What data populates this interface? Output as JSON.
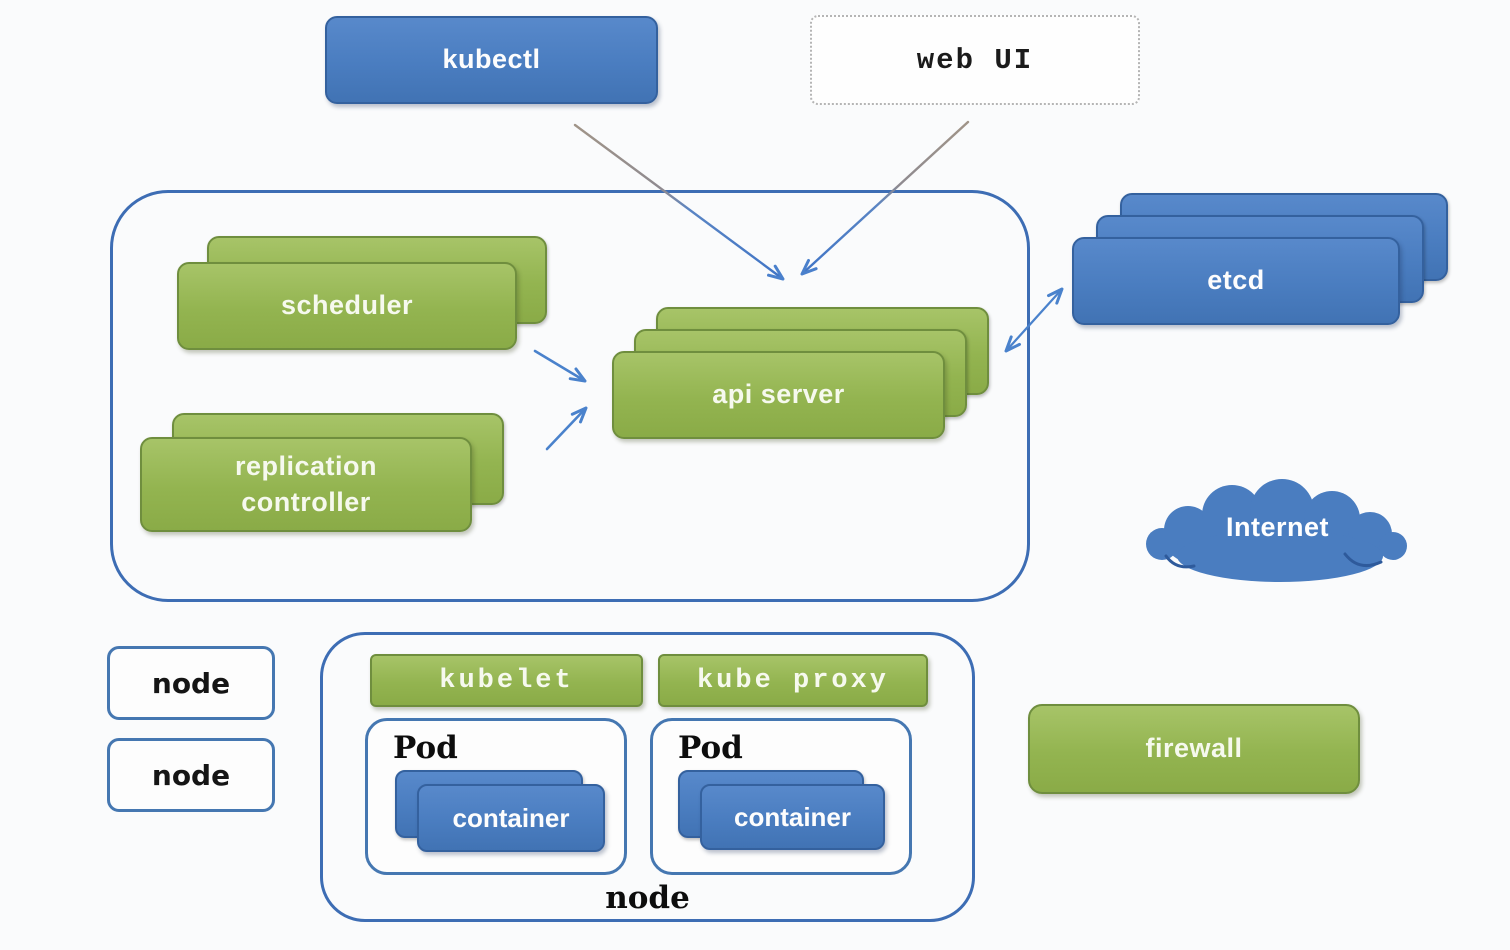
{
  "canvas": {
    "background": "#fafbfc"
  },
  "colors": {
    "green_fill": "#96b554",
    "green_border": "#6f8e3e",
    "blue_fill": "#4a7dc0",
    "blue_border": "#34619e",
    "outline_blue": "#3d6db4",
    "arrow_blue": "#4a80cc",
    "line_gray": "#9a9088",
    "text_dark": "#1b1b1b"
  },
  "nodes": {
    "kubectl": {
      "label": "kubectl"
    },
    "web_ui": {
      "label": "web UI"
    },
    "scheduler": {
      "label": "scheduler"
    },
    "replication_controller": {
      "label": "replication controller"
    },
    "api_server": {
      "label": "api server"
    },
    "etcd": {
      "label": "etcd"
    },
    "internet": {
      "label": "Internet"
    },
    "firewall": {
      "label": "firewall"
    },
    "node_list": {
      "items": [
        {
          "label": "node"
        },
        {
          "label": "node"
        }
      ]
    },
    "worker_node": {
      "label": "node",
      "kubelet": "kubelet",
      "kube_proxy": "kube proxy",
      "pods": [
        {
          "label": "Pod",
          "container": "container"
        },
        {
          "label": "Pod",
          "container": "container"
        }
      ]
    }
  },
  "edges": [
    {
      "from": "kubectl",
      "to": "api_server",
      "type": "arrow"
    },
    {
      "from": "web_ui",
      "to": "api_server",
      "type": "arrow"
    },
    {
      "from": "scheduler",
      "to": "api_server",
      "type": "arrow"
    },
    {
      "from": "replication_controller",
      "to": "api_server",
      "type": "arrow"
    },
    {
      "from": "api_server",
      "to": "etcd",
      "type": "double-arrow"
    }
  ]
}
